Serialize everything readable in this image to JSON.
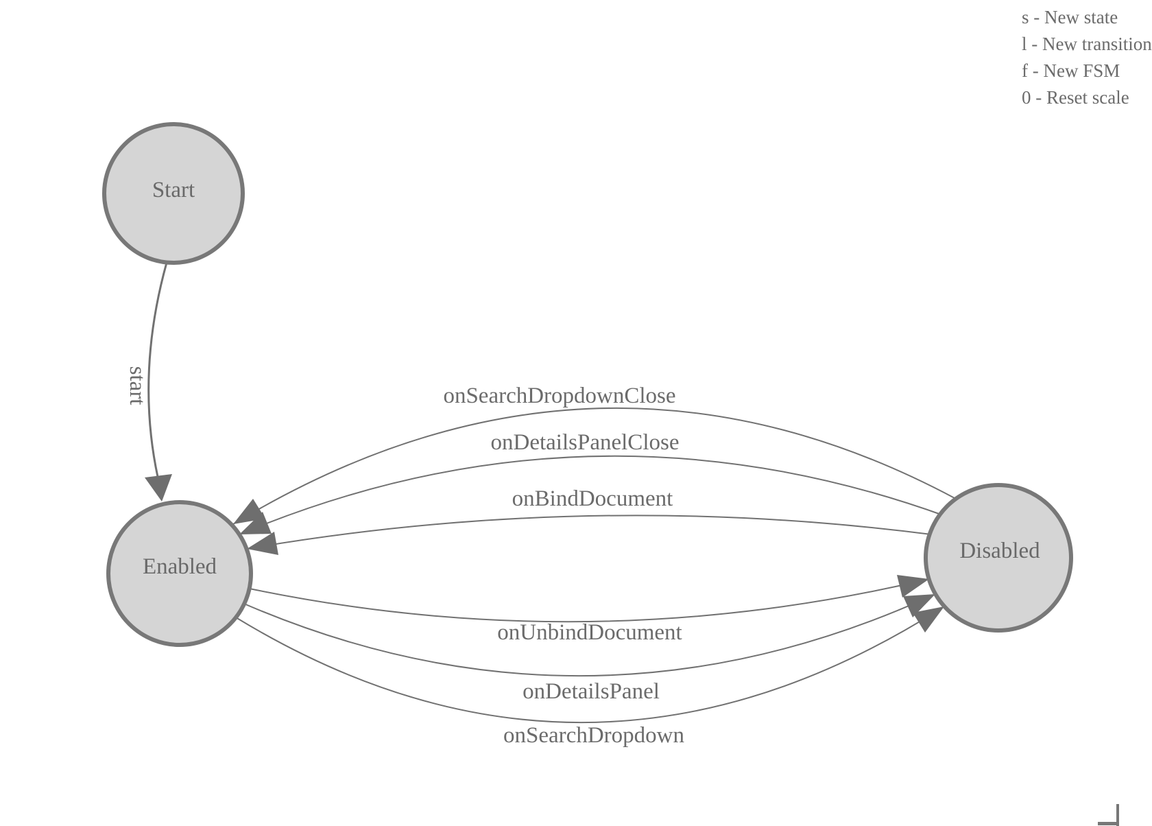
{
  "fsm": {
    "nodes": [
      {
        "id": "start",
        "label": "Start"
      },
      {
        "id": "enabled",
        "label": "Enabled"
      },
      {
        "id": "disabled",
        "label": "Disabled"
      }
    ],
    "edges": [
      {
        "id": "start-transition",
        "from": "Start",
        "to": "Enabled",
        "label": "start"
      },
      {
        "id": "on-search-dropdown-close",
        "from": "Disabled",
        "to": "Enabled",
        "label": "onSearchDropdownClose"
      },
      {
        "id": "on-details-panel-close",
        "from": "Disabled",
        "to": "Enabled",
        "label": "onDetailsPanelClose"
      },
      {
        "id": "on-bind-document",
        "from": "Disabled",
        "to": "Enabled",
        "label": "onBindDocument"
      },
      {
        "id": "on-unbind-document",
        "from": "Enabled",
        "to": "Disabled",
        "label": "onUnbindDocument"
      },
      {
        "id": "on-details-panel",
        "from": "Enabled",
        "to": "Disabled",
        "label": "onDetailsPanel"
      },
      {
        "id": "on-search-dropdown",
        "from": "Enabled",
        "to": "Disabled",
        "label": "onSearchDropdown"
      }
    ],
    "colors": {
      "node_fill": "#d5d5d5",
      "node_border": "#787878",
      "edge_line": "#717171",
      "arrow": "#6e6e6e",
      "label_text": "#6b6b6b",
      "background": "#ffffff"
    }
  },
  "legend": {
    "shortcuts": [
      {
        "key": "s",
        "text": "s - New state"
      },
      {
        "key": "l",
        "text": "l - New transition"
      },
      {
        "key": "f",
        "text": "f - New FSM"
      },
      {
        "key": "0",
        "text": "0 - Reset scale"
      }
    ]
  }
}
